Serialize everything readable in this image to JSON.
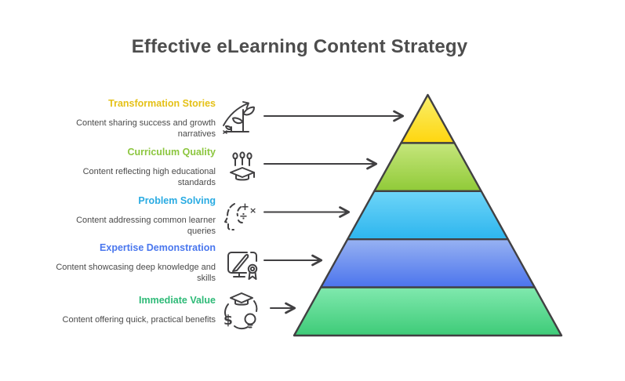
{
  "title": {
    "text": "Effective eLearning Content Strategy",
    "color": "#4d4d4d"
  },
  "levels": [
    {
      "label": "Transformation Stories",
      "label_color": "#e5c117",
      "description": "Content sharing success and growth narratives",
      "segment_color_top": "#f8ef6d",
      "segment_color_bottom": "#ffd60e",
      "icon": "plant-growth-arrow-icon"
    },
    {
      "label": "Curriculum Quality",
      "label_color": "#8cc63f",
      "description": "Content reflecting high educational standards",
      "segment_color_top": "#c6e67c",
      "segment_color_bottom": "#90ca38",
      "icon": "graduation-sprouts-icon"
    },
    {
      "label": "Problem Solving",
      "label_color": "#29abe2",
      "description": "Content addressing common learner queries",
      "segment_color_top": "#6ed5f8",
      "segment_color_bottom": "#2db5ee",
      "icon": "head-math-symbols-icon"
    },
    {
      "label": "Expertise Demonstration",
      "label_color": "#4a77ee",
      "description": "Content showcasing deep knowledge and skills",
      "segment_color_top": "#97b2f2",
      "segment_color_bottom": "#4b74ed",
      "icon": "monitor-pen-award-icon"
    },
    {
      "label": "Immediate Value",
      "label_color": "#2eba77",
      "description": "Content offering quick, practical benefits",
      "segment_color_top": "#80e9ae",
      "segment_color_bottom": "#3ecb78",
      "icon": "cap-dollar-bulb-icon"
    }
  ],
  "style": {
    "outline_color": "#414042",
    "description_color": "#4a4a4a",
    "background": "#ffffff"
  }
}
